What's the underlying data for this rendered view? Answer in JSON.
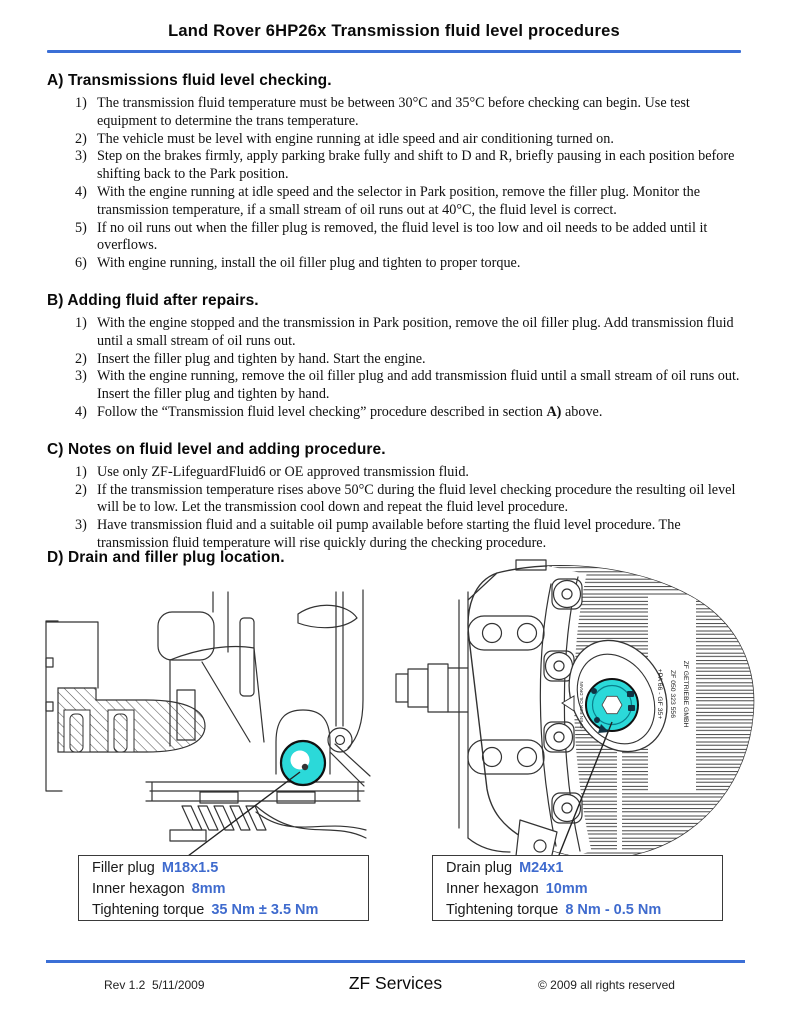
{
  "page": {
    "title": "Land Rover 6HP26x Transmission fluid level procedures"
  },
  "colors": {
    "accent_blue": "#3b6fd6",
    "value_blue": "#3f6bce",
    "plug_cyan": "#2bd9d9"
  },
  "sections": [
    {
      "heading": "A) Transmissions fluid level checking.",
      "items": [
        {
          "num": "1)",
          "text": "The transmission fluid temperature must be between 30°C and 35°C before checking can begin. Use test equipment to determine the trans temperature."
        },
        {
          "num": "2)",
          "text": "The vehicle must be level with engine running at idle speed and air conditioning turned on."
        },
        {
          "num": "3)",
          "text": "Step on the brakes firmly, apply parking brake fully and shift to D and R, briefly pausing in each position before shifting back to the Park position."
        },
        {
          "num": "4)",
          "text": "With the engine running at idle speed and the selector in Park position, remove the filler plug. Monitor the transmission temperature, if a small stream of oil runs out at 40°C, the fluid level is correct."
        },
        {
          "num": "5)",
          "text": "If no oil runs out when the filler plug is removed, the fluid level is too low and oil needs to be added until it overflows."
        },
        {
          "num": "6)",
          "text": "With engine running, install the oil filler plug and tighten to proper torque."
        }
      ]
    },
    {
      "heading": "B) Adding fluid after repairs.",
      "items": [
        {
          "num": "1)",
          "text": "With the engine stopped and the transmission in Park position, remove the oil filler plug. Add transmission fluid until a small stream of oil runs out."
        },
        {
          "num": "2)",
          "text": "Insert the filler plug and tighten by hand. Start the engine."
        },
        {
          "num": "3)",
          "text": "With the engine running, remove the oil filler plug and add transmission fluid until a small stream of oil runs out. Insert the filler plug and tighten by hand."
        },
        {
          "num": "4)",
          "text": "Follow the “Transmission fluid level checking” procedure described in section ",
          "bold": "A)",
          "tail": " above."
        }
      ]
    },
    {
      "heading": "C) Notes on fluid level and adding procedure.",
      "items": [
        {
          "num": "1)",
          "text": "Use only ZF-LifeguardFluid6 or OE approved transmission fluid."
        },
        {
          "num": "2)",
          "text": "If the transmission temperature rises above 50°C during the fluid level checking procedure the resulting oil level will be to low. Let the transmission cool down and repeat the fluid level procedure."
        },
        {
          "num": "3)",
          "text": "Have transmission fluid and a suitable oil pump available before starting the fluid level procedure. The transmission fluid temperature will rise quickly during the checking procedure."
        }
      ]
    },
    {
      "heading": "D) Drain and filler plug location.",
      "items": []
    }
  ],
  "filler_box": {
    "rows": [
      {
        "label": "Filler plug",
        "value": "M18x1.5"
      },
      {
        "label": "Inner hexagon",
        "value": "8mm"
      },
      {
        "label": "Tightening torque",
        "value": "35 Nm ± 3.5 Nm"
      }
    ]
  },
  "drain_box": {
    "rows": [
      {
        "label": "Drain plug",
        "value": "M24x1"
      },
      {
        "label": "Inner hexagon",
        "value": "10mm"
      },
      {
        "label": "Tightening torque",
        "value": "8 Nm - 0.5 Nm"
      }
    ]
  },
  "diagram": {
    "pan_markings": [
      "ZF GETRIEBE GMBH",
      "ZF 050 323 556",
      "+PA 66 - GF 35+"
    ],
    "plug_note": "OPEN FOR OIL DRAIN"
  },
  "footer": {
    "rev": "Rev 1.2  5/11/2009",
    "brand": "ZF Services",
    "copyright": "© 2009 all rights reserved"
  }
}
